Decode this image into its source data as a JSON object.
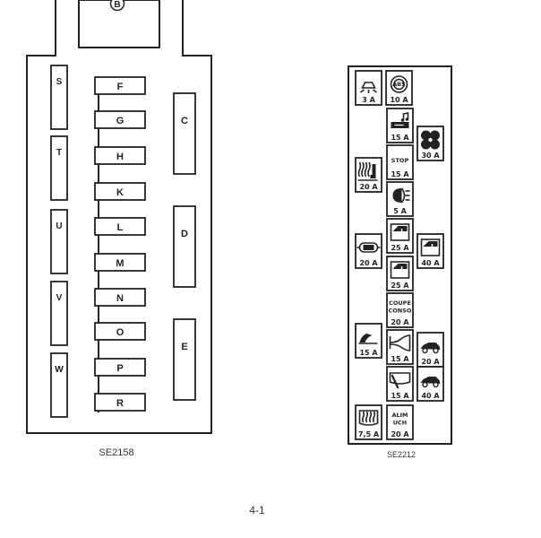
{
  "left_box": {
    "top_connector_label": "B",
    "fuses": [
      "F",
      "G",
      "H",
      "K",
      "L",
      "M",
      "N",
      "O",
      "P",
      "R"
    ],
    "left_slots": [
      "S",
      "T",
      "U",
      "V",
      "W"
    ],
    "right_slots": [
      "C",
      "D",
      "E"
    ],
    "caption": "SE2158"
  },
  "right_box": {
    "caption": "SE2212",
    "cells": [
      {
        "icon": "interior-light-icon",
        "amp": "3 A"
      },
      {
        "icon": "abs-icon",
        "amp": "10 A"
      },
      {
        "icon": "radio-icon",
        "amp": "15 A"
      },
      {
        "icon": "fan-icon",
        "amp": "30 A"
      },
      {
        "text": "STOP",
        "amp": "15 A"
      },
      {
        "icon": "heated-seat-icon",
        "amp": "20 A"
      },
      {
        "icon": "headlight-icon",
        "amp": "5 A"
      },
      {
        "icon": "power-window-icon",
        "amp": "25 A"
      },
      {
        "icon": "sunroof-icon",
        "amp": "20 A"
      },
      {
        "icon": "power-window-icon",
        "amp": "40 A"
      },
      {
        "icon": "power-window-icon",
        "amp": "25 A"
      },
      {
        "text": "COUPE\nCONSO",
        "amp": "20 A"
      },
      {
        "icon": "wiper-icon",
        "amp": "15 A"
      },
      {
        "icon": "horn-icon",
        "amp": "15 A"
      },
      {
        "icon": "car-icon",
        "amp": "20 A"
      },
      {
        "icon": "rear-wiper-icon",
        "amp": "15 A"
      },
      {
        "icon": "car-icon",
        "amp": "40 A"
      },
      {
        "icon": "rear-defrost-icon",
        "amp": "7,5 A"
      },
      {
        "text": "ALIM\nUCH",
        "amp": "20 A"
      }
    ]
  },
  "page_number": "4-1"
}
